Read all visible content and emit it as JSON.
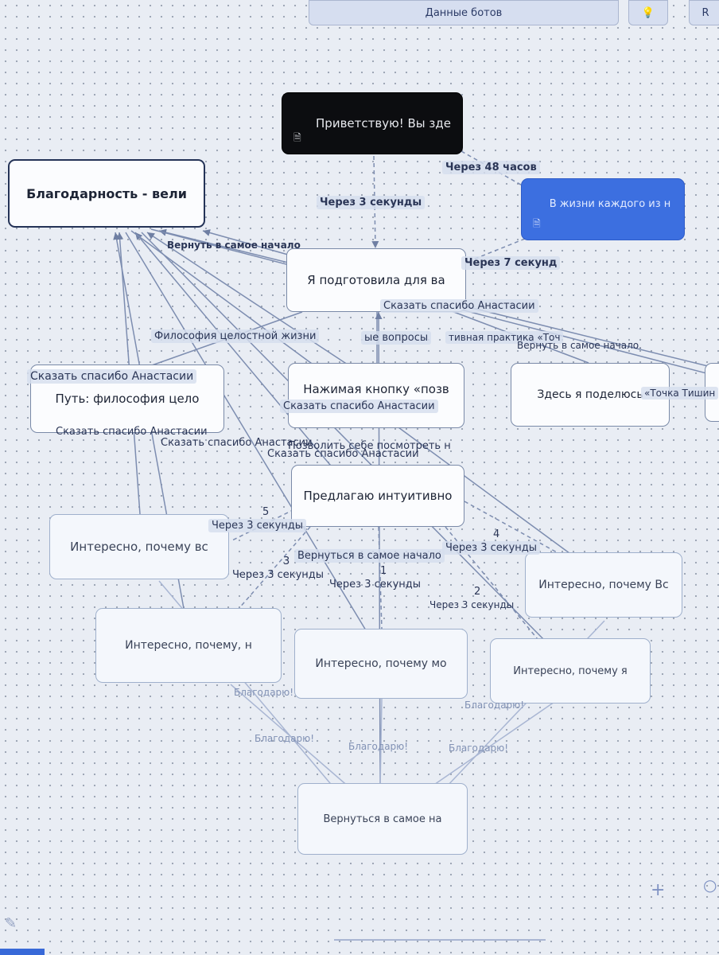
{
  "toolbar": {
    "main_label": "Данные ботов",
    "hint_icon": "lightbulb-icon",
    "lang_label": "R"
  },
  "nodes": {
    "start": "Приветствую! Вы зде",
    "gratitude": "Благодарность - вели",
    "prepared": "Я подготовила для ва",
    "life": "В жизни каждого из н",
    "path": "Путь: философия цело",
    "press_button": "Нажимая кнопку «позв",
    "here_share": "Здесь я поделюсь",
    "offer": "Предлагаю интуитивно",
    "interesting1": "Интересно, почему вс",
    "interesting2": "Интересно, почему, н",
    "interesting3": "Интересно, почему мо",
    "interesting4": "Интересно, почему Вс",
    "interesting5": "Интересно, почему я",
    "return_start": "Вернуться в самое на"
  },
  "edge_labels": {
    "after_48h": "Через 48 часов",
    "after_3s_a": "Через 3 секунды",
    "return_top": "Вернуть в самое начало",
    "after_7s": "Через 7 секунд",
    "thank_top": "Сказать спасибо Анастасии",
    "philosophy": "Философия целостной жизни",
    "questions": "ые вопросы",
    "practice": "тивная практика «Точ",
    "return_right": "Вернуть в самое начало.",
    "thank_left": "Сказать спасибо Анастасии",
    "thank_center": "Сказать спасибо Анастасии",
    "tochka": "«Точка Тишин",
    "thank_left2": "Сказать спасибо Анастасии",
    "thank_mid": "Сказать спасибо Анастасии",
    "allow_self": "Позволить себе посмотреть н",
    "thank_mid2": "Сказать спасибо Анастасии",
    "after_3s_b": "Через 3 секунды",
    "after_3s_c": "Через 3 секунды",
    "return_mid": "Вернуться в самое начало",
    "after_3s_d": "Через 3 секунды",
    "after_3s_e": "Через 3 секунды",
    "after_3s_f": "Через 3 секунды",
    "thanks1": "Благодарю!",
    "thanks2": "Благодарю!",
    "thanks3": "Благодарю!",
    "thanks4": "Благодарю!",
    "thanks5": "Благодарю!"
  },
  "numbers": {
    "n5": "5",
    "n4": "4",
    "n3": "3",
    "n1": "1",
    "n2": "2"
  },
  "icons": {
    "doc": "document-icon",
    "plus": "plus-icon",
    "zoom": "zoom-icon",
    "edit": "pencil-icon"
  }
}
